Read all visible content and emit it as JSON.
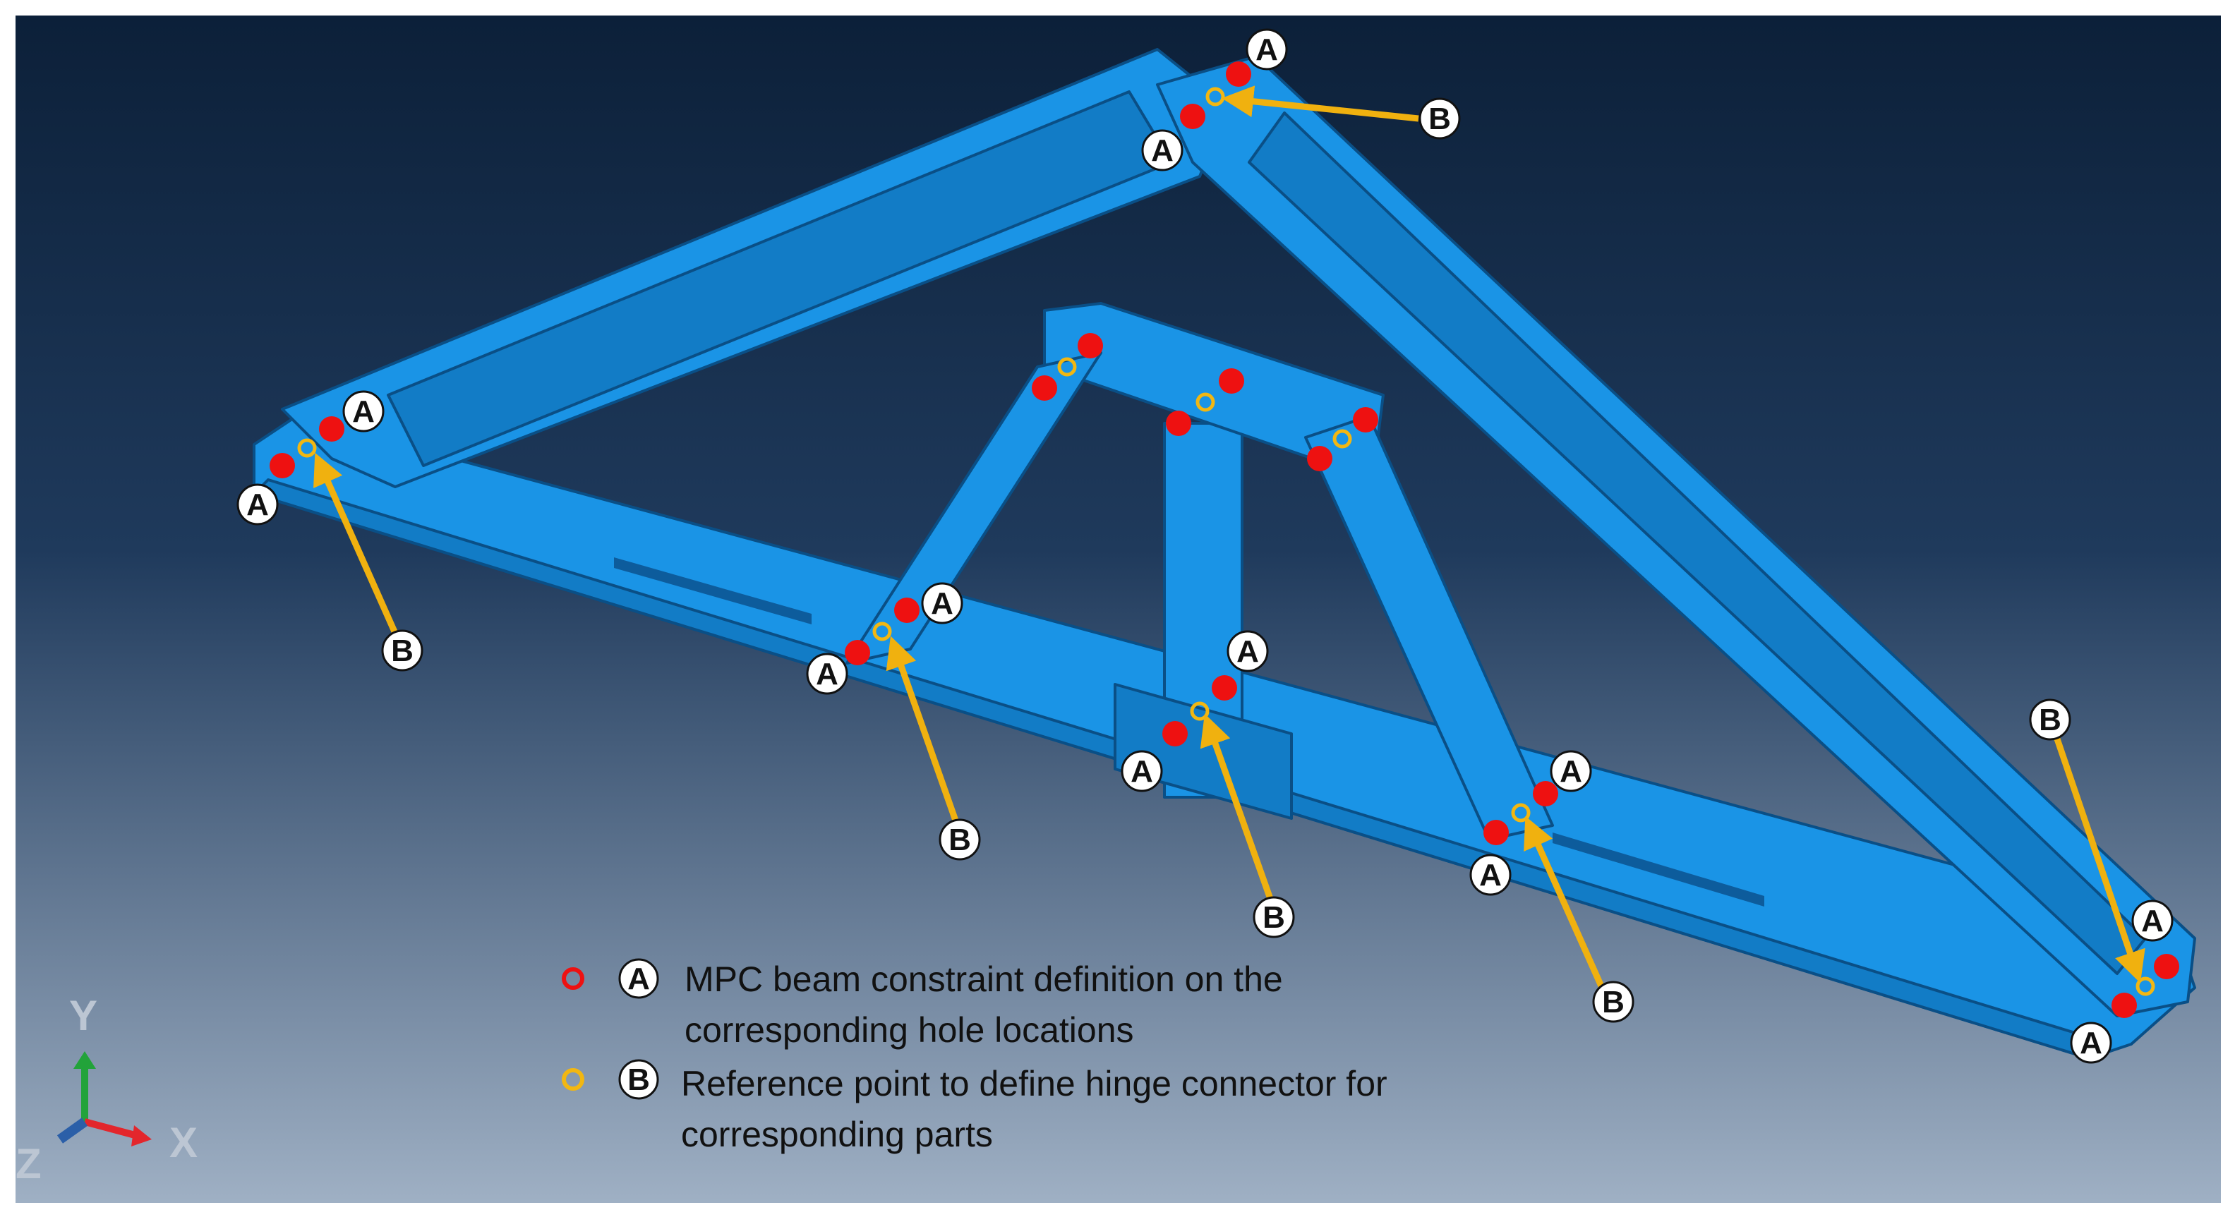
{
  "colors": {
    "background_top": "#0c2039",
    "background_bottom": "#9fb0c4",
    "frame_fill": "#1a94e6",
    "frame_shade": "#127cc6",
    "frame_edge": "#0a4f86",
    "constraint_red": "#ee1111",
    "reference_orange": "#f2b712",
    "arrow_orange": "#f0b10f",
    "callout_fill": "#ffffff",
    "axis_y": "#22a33a",
    "axis_x": "#e3262c",
    "axis_z": "#2b5fa8"
  },
  "callouts": {
    "a": "A",
    "b": "B"
  },
  "legend": {
    "a_symbol": "circle-red-icon",
    "a_letter": "A",
    "a_line1": "MPC beam constraint definition on the",
    "a_line2": "corresponding hole locations",
    "b_symbol": "circle-orange-icon",
    "b_letter": "B",
    "b_line1": "Reference point to define hinge connector for",
    "b_line2": "corresponding parts"
  },
  "axes": {
    "y": "Y",
    "x": "X",
    "z": "Z",
    "triad_icon": "axis-triad-icon"
  }
}
